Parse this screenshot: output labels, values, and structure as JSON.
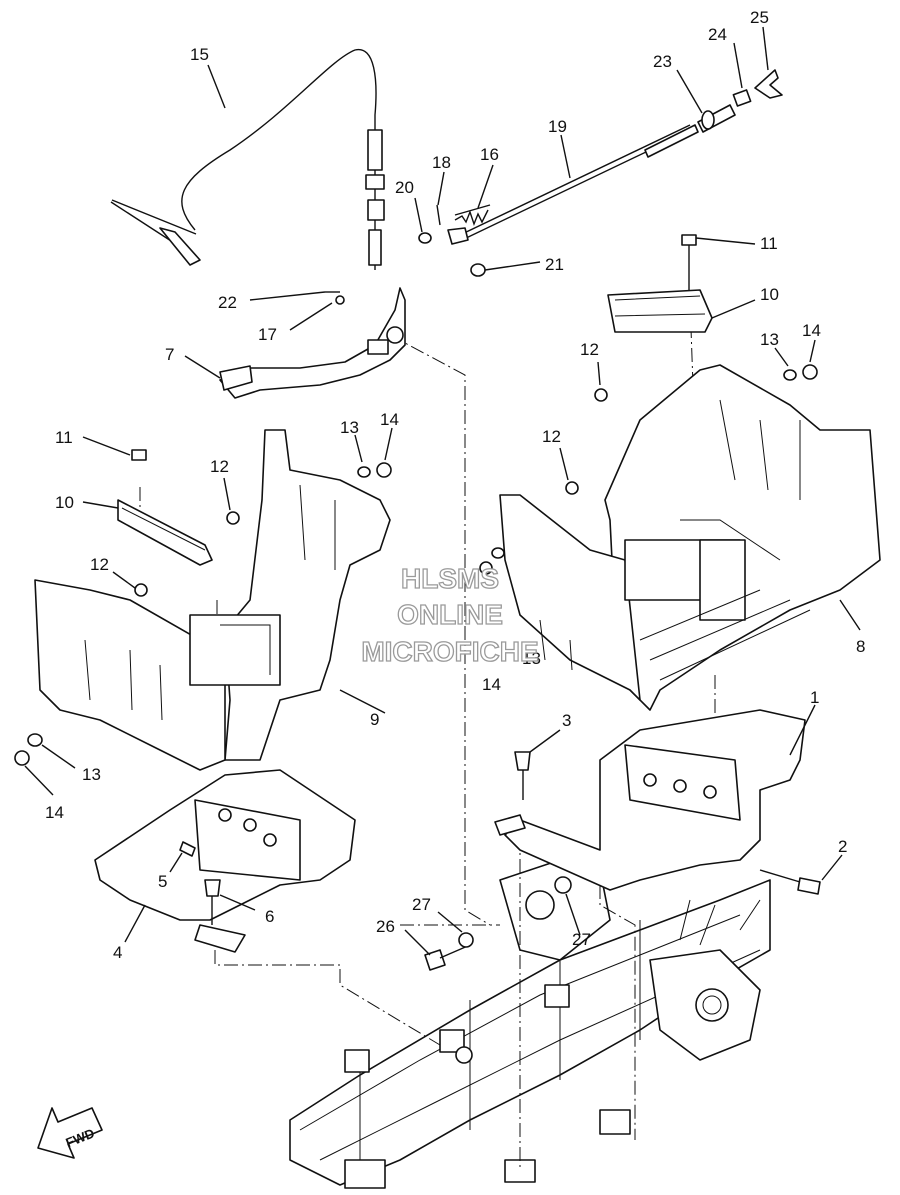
{
  "callouts": [
    {
      "id": "c1",
      "text": "1"
    },
    {
      "id": "c2",
      "text": "2"
    },
    {
      "id": "c3",
      "text": "3"
    },
    {
      "id": "c4",
      "text": "4"
    },
    {
      "id": "c5",
      "text": "5"
    },
    {
      "id": "c6",
      "text": "6"
    },
    {
      "id": "c7",
      "text": "7"
    },
    {
      "id": "c8",
      "text": "8"
    },
    {
      "id": "c9",
      "text": "9"
    },
    {
      "id": "c10a",
      "text": "10"
    },
    {
      "id": "c10b",
      "text": "10"
    },
    {
      "id": "c11a",
      "text": "11"
    },
    {
      "id": "c11b",
      "text": "11"
    },
    {
      "id": "c12a",
      "text": "12"
    },
    {
      "id": "c12b",
      "text": "12"
    },
    {
      "id": "c12c",
      "text": "12"
    },
    {
      "id": "c12d",
      "text": "12"
    },
    {
      "id": "c13a",
      "text": "13"
    },
    {
      "id": "c13b",
      "text": "13"
    },
    {
      "id": "c13c",
      "text": "13"
    },
    {
      "id": "c13d",
      "text": "13"
    },
    {
      "id": "c14a",
      "text": "14"
    },
    {
      "id": "c14b",
      "text": "14"
    },
    {
      "id": "c14c",
      "text": "14"
    },
    {
      "id": "c14d",
      "text": "14"
    },
    {
      "id": "c15",
      "text": "15"
    },
    {
      "id": "c16",
      "text": "16"
    },
    {
      "id": "c17",
      "text": "17"
    },
    {
      "id": "c18",
      "text": "18"
    },
    {
      "id": "c19",
      "text": "19"
    },
    {
      "id": "c20",
      "text": "20"
    },
    {
      "id": "c21",
      "text": "21"
    },
    {
      "id": "c22",
      "text": "22"
    },
    {
      "id": "c23",
      "text": "23"
    },
    {
      "id": "c24",
      "text": "24"
    },
    {
      "id": "c25",
      "text": "25"
    },
    {
      "id": "c26",
      "text": "26"
    },
    {
      "id": "c27a",
      "text": "27"
    },
    {
      "id": "c27b",
      "text": "27"
    }
  ],
  "watermark": {
    "line1": "HLSMS",
    "line2": "ONLINE",
    "line3": "MICROFICHE"
  },
  "fwd_arrow": {
    "text": "FWD",
    "icon": "fwd-arrow-icon"
  }
}
